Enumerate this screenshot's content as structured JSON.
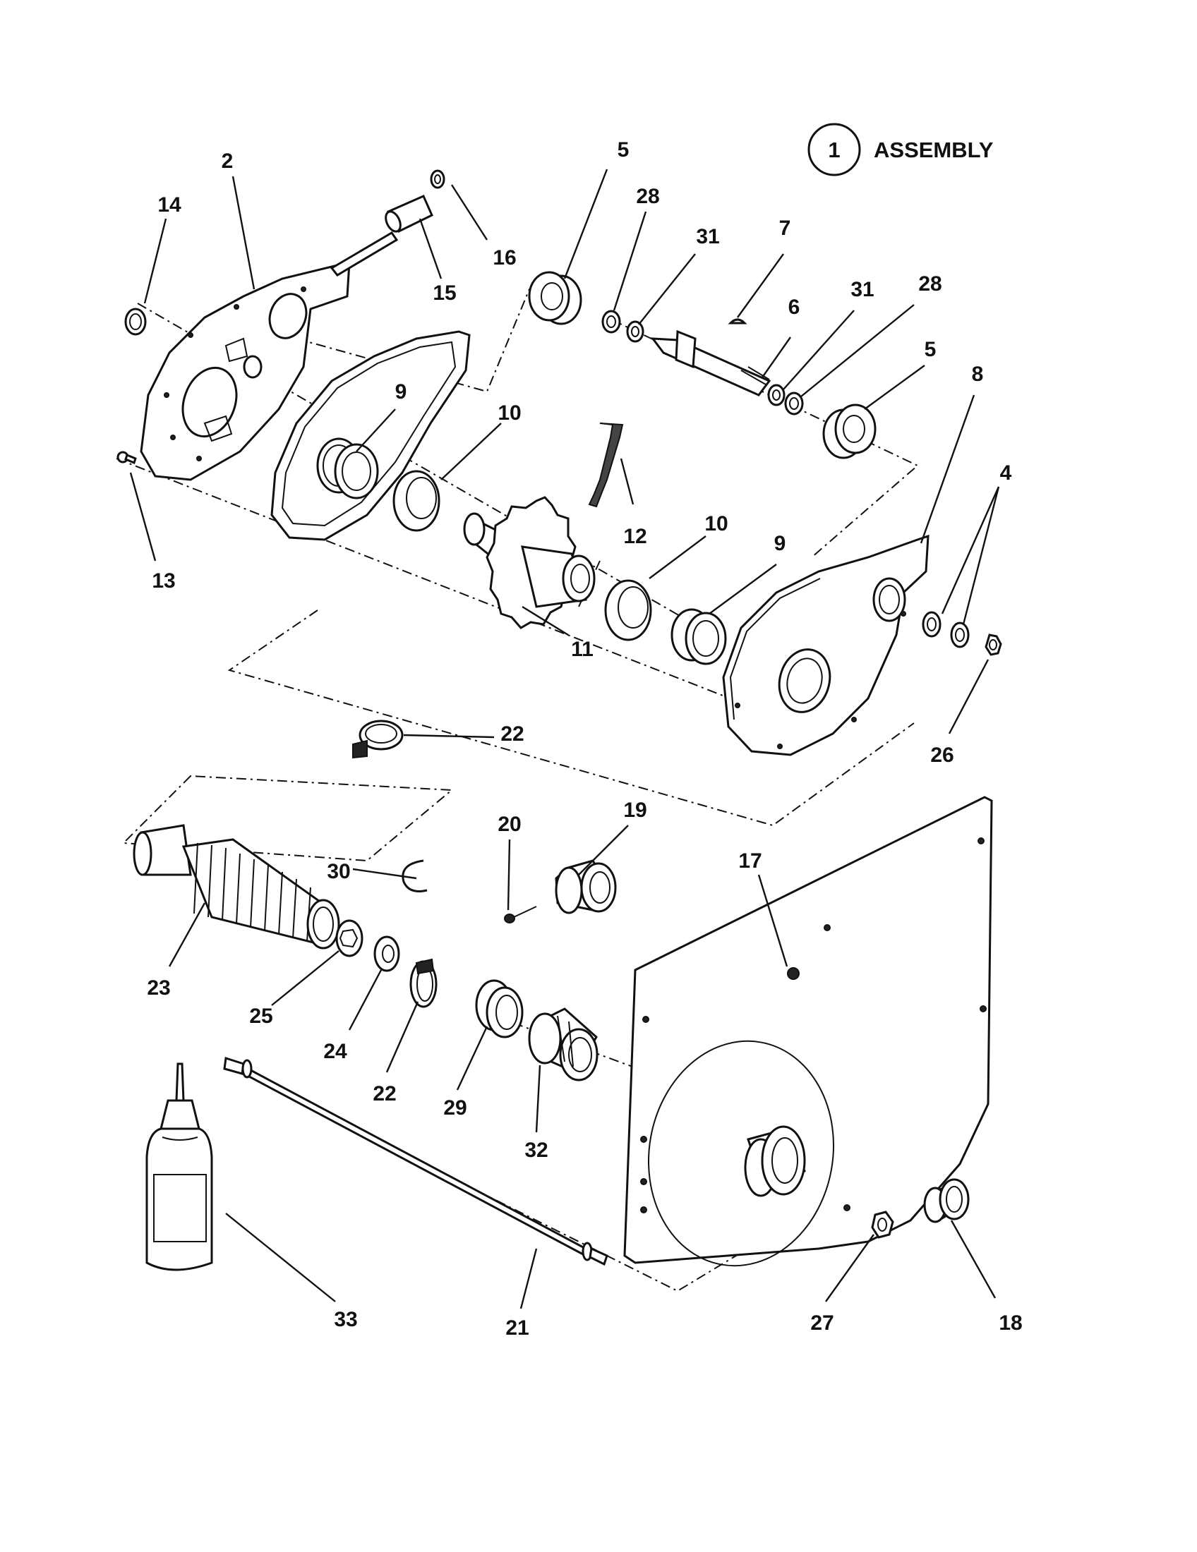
{
  "title": {
    "number": "1",
    "text": "ASSEMBLY"
  },
  "callouts": [
    "2",
    "14",
    "16",
    "15",
    "13",
    "5",
    "28",
    "31",
    "7",
    "6",
    "31",
    "28",
    "5",
    "8",
    "4",
    "9",
    "10",
    "12",
    "10",
    "9",
    "11",
    "26",
    "22",
    "20",
    "19",
    "17",
    "30",
    "23",
    "25",
    "24",
    "22",
    "29",
    "32",
    "33",
    "21",
    "27",
    "18"
  ]
}
